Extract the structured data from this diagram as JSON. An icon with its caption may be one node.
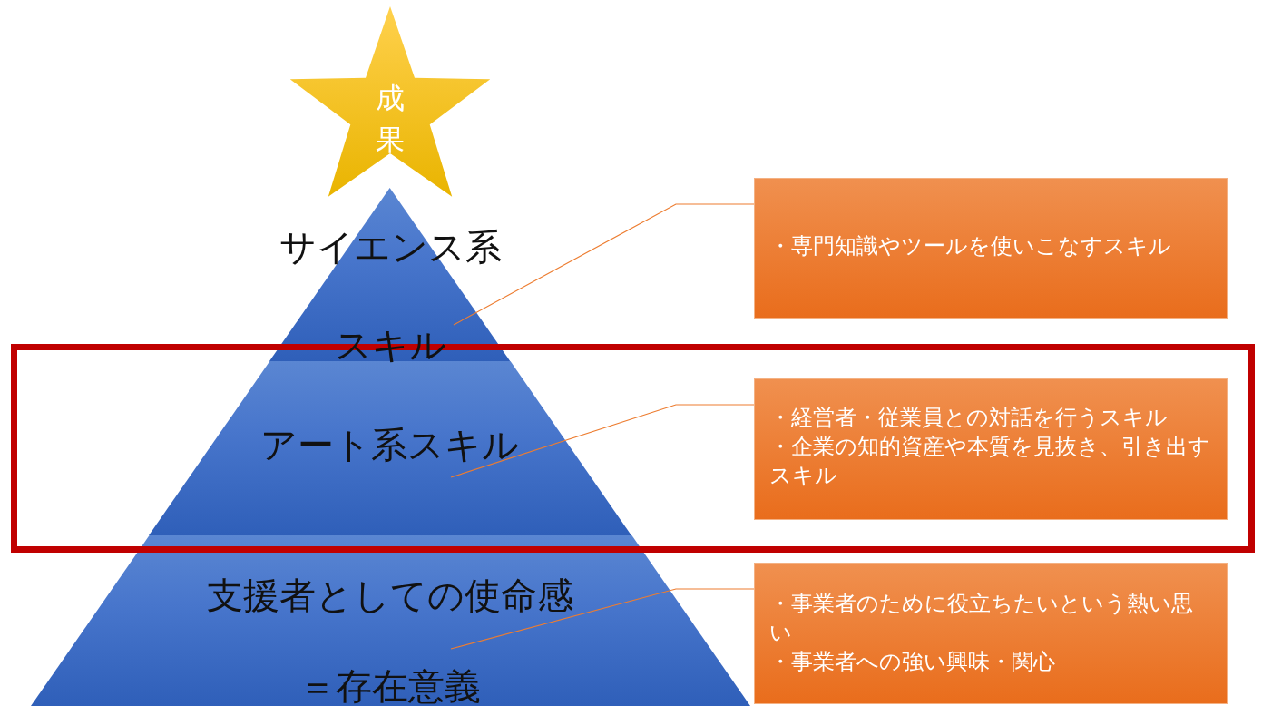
{
  "diagram": {
    "nodes": [
      {
        "text": [
          "成果"
        ]
      },
      {
        "text": [
          "サイエンス系スキル"
        ]
      },
      {
        "text": [
          "アート系スキル"
        ]
      },
      {
        "text": [
          "支援者としての使命感＝存在意義"
        ]
      },
      {
        "text": [
          "・専門知識やツールを使いこなすスキル"
        ]
      },
      {
        "text": [
          "・経営者・従業員との対話を行うスキル",
          "・企業の知的資産や本質を見抜き、引き出すスキル"
        ]
      },
      {
        "text": [
          "・事業者のために役立ちたいという熱い思い",
          "・事業者への強い興味・関心"
        ]
      }
    ],
    "edges": [
      {
        "from": 1,
        "to": 4,
        "arrow": "none"
      },
      {
        "from": 2,
        "to": 5,
        "arrow": "none"
      },
      {
        "from": 3,
        "to": 6,
        "arrow": "none"
      }
    ]
  }
}
